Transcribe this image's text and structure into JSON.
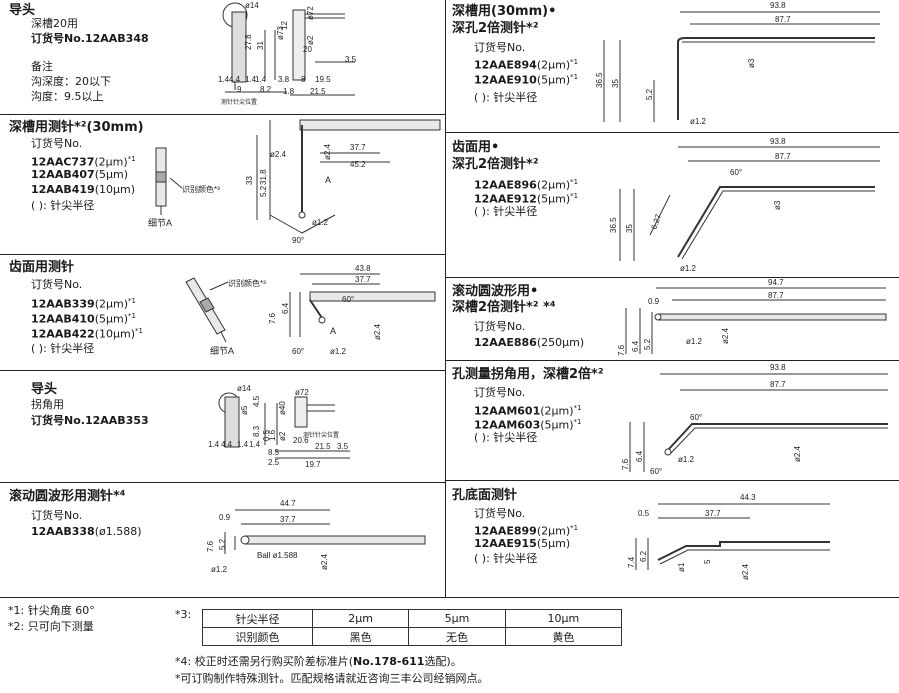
{
  "left": {
    "s1": {
      "title": "导头",
      "sub": "深槽20用",
      "order": "订货号No.12AAB348",
      "note_head": "备注",
      "note1": "沟深度：20以下",
      "note2": "沟度：9.5以上",
      "dims": [
        "ø14",
        "27.8",
        "31",
        "ø73",
        "12",
        "ø72",
        "ø2",
        "1.4",
        "4.4",
        "1.4",
        "1.4",
        "9",
        "8.2",
        "3.8",
        "8",
        "1.8",
        "19.5",
        "21.5",
        "20",
        "3.5"
      ],
      "dims_label": "测针针尖位置"
    },
    "s2": {
      "title": "深槽用测针*²(30mm)",
      "order_label": "订货号No.",
      "codes": [
        "12AAC737",
        "12AAB407",
        "12AAB419"
      ],
      "codes_n": [
        "(2μm)",
        "(5μm)",
        "(10μm)"
      ],
      "codes_sup": [
        "*1",
        "",
        ""
      ],
      "tip": "(   ): 针尖半径",
      "color_mark": "识别颜色*³",
      "detail": "细节A",
      "dims": [
        "ø2.4",
        "ø2.4",
        "37.7",
        "45.2",
        "33",
        "31.8",
        "5.2",
        "A",
        "ø1.2",
        "90°"
      ]
    },
    "s3": {
      "title": "齿面用测针",
      "order_label": "订货号No.",
      "codes": [
        "12AAB339",
        "12AAB410",
        "12AAB422"
      ],
      "codes_n": [
        "(2μm)",
        "(5μm)",
        "(10μm)"
      ],
      "codes_sup": [
        "*1",
        "*1",
        "*1"
      ],
      "tip": "(   ): 针尖半径",
      "color_mark": "识别颜色*³",
      "detail": "细节A",
      "dims": [
        "43.8",
        "37.7",
        "60°",
        "7.6",
        "6.4",
        "A",
        "ø2.4",
        "ø1.2",
        "60°"
      ]
    },
    "s4": {
      "title": "导头",
      "sub": "拐角用",
      "order": "订货号No.12AAB353",
      "dims": [
        "ø14",
        "ø5",
        "4.5",
        "ø40",
        "ø72",
        "8.3",
        "0.5",
        "1.6",
        "ø2",
        "1.4",
        "4.4",
        "1.4",
        "1.4",
        "20.6",
        "21.5",
        "3.5",
        "8.5",
        "2.5",
        "19.7"
      ],
      "dims_label": "测针针尖位置"
    },
    "s5": {
      "title": "滚动圆波形用测针*⁴",
      "order_label": "订货号No.",
      "codes": [
        "12AAB338"
      ],
      "codes_n": [
        "(ø1.588)"
      ],
      "codes_sup": [
        ""
      ],
      "dims": [
        "44.7",
        "0.9",
        "37.7",
        "7.6",
        "5.2",
        "Ball ø1.588",
        "ø1.2",
        "ø2.4"
      ]
    }
  },
  "right": {
    "s1": {
      "title1": "深槽用(30mm)•",
      "title2": "深孔2倍测针*²",
      "order_label": "订货号No.",
      "codes": [
        "12AAE894",
        "12AAE910"
      ],
      "codes_n": [
        "(2μm)",
        "(5μm)"
      ],
      "codes_sup": [
        "*1",
        "*1"
      ],
      "tip": "(   ): 针尖半径",
      "dims": [
        "93.8",
        "87.7",
        "ø3",
        "36.5",
        "35",
        "5.2",
        "ø1.2"
      ]
    },
    "s2": {
      "title1": "齿面用•",
      "title2": "深孔2倍测针*²",
      "codes": [
        "12AAE896",
        "12AAE912"
      ],
      "codes_n": [
        "(2μm)",
        "(5μm)"
      ],
      "codes_sup": [
        "*1",
        "*1"
      ],
      "tip": "(   ): 针尖半径",
      "dims": [
        "93.8",
        "87.7",
        "60°",
        "ø3",
        "36.5",
        "35",
        "6.27",
        "ø1.2"
      ]
    },
    "s3": {
      "title1": "滚动圆波形用•",
      "title2": "深槽2倍测针*² *⁴",
      "order_label": "订货号No.",
      "codes": [
        "12AAE886"
      ],
      "codes_n": [
        "(250μm)"
      ],
      "codes_sup": [
        ""
      ],
      "dims": [
        "94.7",
        "0.9",
        "87.7",
        "7.6",
        "6.4",
        "5.2",
        "ø1.2",
        "ø2.4"
      ]
    },
    "s4": {
      "title": "孔测量拐角用，深槽2倍*²",
      "order_label": "订货号No.",
      "codes": [
        "12AAM601",
        "12AAM603"
      ],
      "codes_n": [
        "(2μm)",
        "(5μm)"
      ],
      "codes_sup": [
        "*1",
        "*1"
      ],
      "tip": "(   ): 针尖半径",
      "dims": [
        "93.8",
        "87.7",
        "60°",
        "7.6",
        "6.4",
        "ø1.2",
        "60°",
        "ø2.4"
      ]
    },
    "s5": {
      "title": "孔底面测针",
      "order_label": "订货号No.",
      "codes": [
        "12AAE899",
        "12AAE915"
      ],
      "codes_n": [
        "(2μm)",
        "(5μm)"
      ],
      "codes_sup": [
        "*1",
        ""
      ],
      "tip": "(   ): 针尖半径",
      "dims": [
        "44.3",
        "0.5",
        "37.7",
        "7.4",
        "6.2",
        "ø1",
        "5",
        "ø2.4"
      ]
    }
  },
  "footer": {
    "n1": "*1:  针尖角度 60°",
    "n2": "*2:  只可向下测量",
    "n3": "*3:",
    "table": [
      [
        "针尖半径",
        "2μm",
        "5μm",
        "10μm"
      ],
      [
        "识别颜色",
        "黑色",
        "无色",
        "黄色"
      ]
    ],
    "n4_a": "*4:  校正时还需另行购买阶差标准片(",
    "n4_b": "No.178-611",
    "n4_c": "选配)。",
    "n5": "*可订购制作特殊测针。匹配规格请就近咨询三丰公司经销网点。"
  }
}
